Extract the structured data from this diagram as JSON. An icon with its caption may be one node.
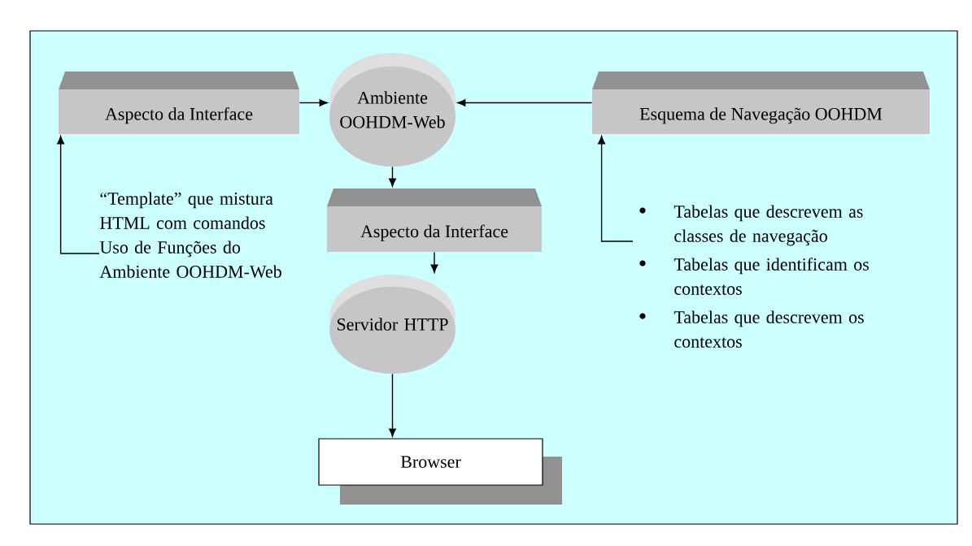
{
  "diagram": {
    "nodes": [
      {
        "text": [
          "Aspecto da Interface"
        ]
      },
      {
        "text": [
          "Ambiente OOHDM-Web"
        ]
      },
      {
        "text": [
          "Esquema de Navegação OOHDM"
        ]
      },
      {
        "text": [
          "Aspecto da Interface"
        ]
      },
      {
        "text": [
          "Servidor HTTP"
        ]
      },
      {
        "text": [
          "Browser"
        ]
      },
      {
        "text": [
          "“Template” que mistura HTML com comandos",
          "Uso de Funções do Ambiente OOHDM-Web"
        ]
      },
      {
        "text": [
          "Tabelas que descrevem as classes de navegação",
          "Tabelas que identificam os contextos",
          "Tabelas que descrevem os contextos"
        ]
      }
    ],
    "edges": [
      {
        "from": 0,
        "to": 1,
        "arrow": "to"
      },
      {
        "from": 2,
        "to": 1,
        "arrow": "to"
      },
      {
        "from": 1,
        "to": 3,
        "arrow": "to"
      },
      {
        "from": 3,
        "to": 4,
        "arrow": "to"
      },
      {
        "from": 4,
        "to": 5,
        "arrow": "to"
      },
      {
        "from": 6,
        "to": 0,
        "arrow": "to"
      },
      {
        "from": 7,
        "to": 2,
        "arrow": "to"
      }
    ]
  }
}
